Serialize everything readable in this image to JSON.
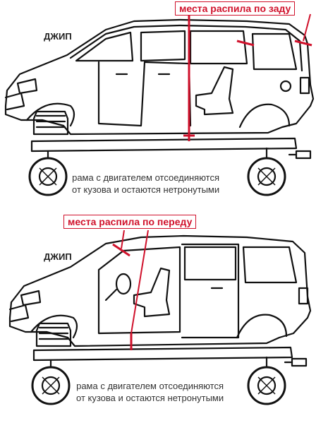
{
  "top": {
    "vehicle_label": "ДЖИП",
    "cut_label": "места распила по заду",
    "note_line1": "рама с двигателем отсоединяются",
    "note_line2": "от кузова и остаются нетронутыми"
  },
  "bottom": {
    "vehicle_label": "ДЖИП",
    "cut_label": "места распила по переду",
    "note_line1": "рама с двигателем отсоединяются",
    "note_line2": "от кузова и остаются нетронутыми"
  },
  "colors": {
    "cut_red": "#d0112b",
    "line": "#111111"
  }
}
